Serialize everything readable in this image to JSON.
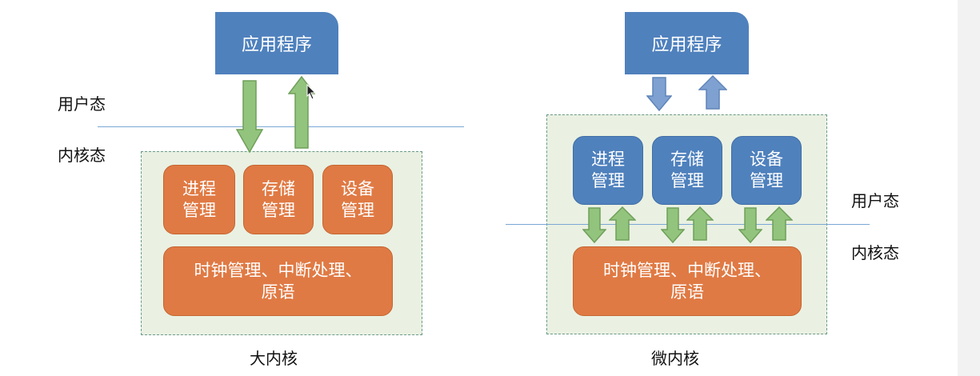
{
  "left_diagram": {
    "app_label": "应用程序",
    "user_mode_label": "用户态",
    "kernel_mode_label": "内核态",
    "modules": [
      "进程\n管理",
      "存储\n管理",
      "设备\n管理"
    ],
    "bottom_module": "时钟管理、中断处理、\n原语",
    "caption": "大内核"
  },
  "right_diagram": {
    "app_label": "应用程序",
    "user_mode_label": "用户态",
    "kernel_mode_label": "内核态",
    "modules": [
      "进程\n管理",
      "存储\n管理",
      "设备\n管理"
    ],
    "bottom_module": "时钟管理、中断处理、\n原语",
    "caption": "微内核"
  },
  "colors": {
    "blue": "#4f81bd",
    "orange": "#e07a44",
    "green_arrow": "#93c47d",
    "kernel_bg": "#eaf1e2"
  }
}
